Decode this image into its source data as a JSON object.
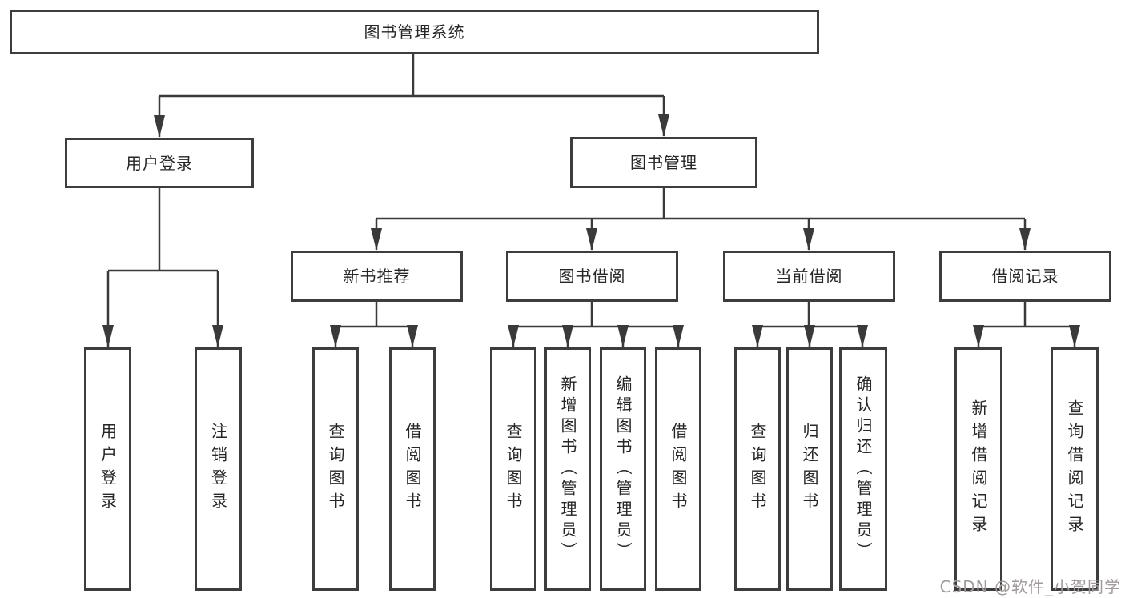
{
  "diagram": {
    "type": "hierarchy-tree",
    "levels": 4
  },
  "nodes": {
    "root": {
      "label": "图书管理系统"
    },
    "user_login": {
      "label": "用户登录"
    },
    "book_mgmt": {
      "label": "图书管理"
    },
    "new_book_rec": {
      "label": "新书推荐"
    },
    "book_borrow": {
      "label": "图书借阅"
    },
    "current_borrow": {
      "label": "当前借阅"
    },
    "borrow_records": {
      "label": "借阅记录"
    },
    "leaf_user_login": {
      "label": "用户登录"
    },
    "leaf_logout": {
      "label": "注销登录"
    },
    "leaf_nb_query": {
      "label": "查询图书"
    },
    "leaf_nb_borrow": {
      "label": "借阅图书"
    },
    "leaf_bb_query": {
      "label": "查询图书"
    },
    "leaf_bb_add": {
      "label": "新增图书（管理员）"
    },
    "leaf_bb_edit": {
      "label": "编辑图书（管理员）"
    },
    "leaf_bb_borrow": {
      "label": "借阅图书"
    },
    "leaf_cb_query": {
      "label": "查询图书"
    },
    "leaf_cb_return": {
      "label": "归还图书"
    },
    "leaf_cb_confirm": {
      "label": "确认归还（管理员）"
    },
    "leaf_br_add": {
      "label": "新增借阅记录"
    },
    "leaf_br_query": {
      "label": "查询借阅记录"
    }
  },
  "edges": [
    "root->user_login",
    "root->book_mgmt",
    "user_login->leaf_user_login",
    "user_login->leaf_logout",
    "book_mgmt->new_book_rec",
    "book_mgmt->book_borrow",
    "book_mgmt->current_borrow",
    "book_mgmt->borrow_records",
    "new_book_rec->leaf_nb_query",
    "new_book_rec->leaf_nb_borrow",
    "book_borrow->leaf_bb_query",
    "book_borrow->leaf_bb_add",
    "book_borrow->leaf_bb_edit",
    "book_borrow->leaf_bb_borrow",
    "current_borrow->leaf_cb_query",
    "current_borrow->leaf_cb_return",
    "current_borrow->leaf_cb_confirm",
    "borrow_records->leaf_br_add",
    "borrow_records->leaf_br_query"
  ],
  "watermark": {
    "text": "CSDN @软件_小贺同学",
    "color": "#a09a9a"
  },
  "colors": {
    "background": "#ffffff",
    "box_border": "#3d3d3d",
    "connector": "#3a3a3a",
    "text": "#262626"
  }
}
